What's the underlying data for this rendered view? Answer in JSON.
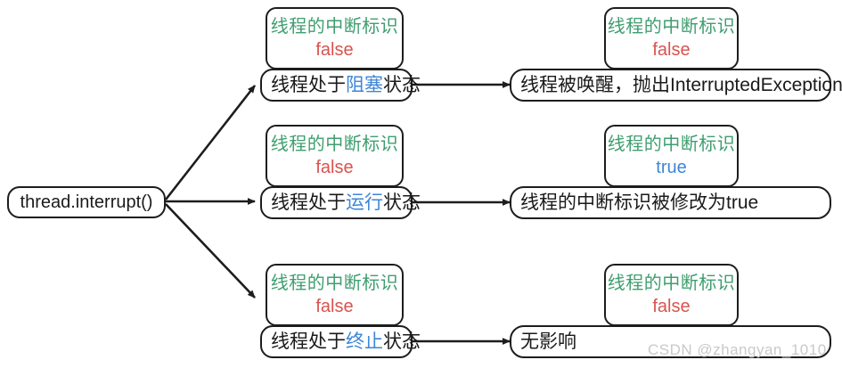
{
  "diagram": {
    "root": {
      "label": "thread.interrupt()"
    },
    "rows": [
      {
        "flag_left": {
          "title": "线程的中断标识",
          "value": "false",
          "value_color": "#d9534f"
        },
        "state": {
          "prefix": "线程处于",
          "keyword": "阻塞",
          "suffix": "状态"
        },
        "flag_right": {
          "title": "线程的中断标识",
          "value": "false",
          "value_color": "#d9534f"
        },
        "result": {
          "label": "线程被唤醒，抛出InterruptedException"
        }
      },
      {
        "flag_left": {
          "title": "线程的中断标识",
          "value": "false",
          "value_color": "#d9534f"
        },
        "state": {
          "prefix": "线程处于",
          "keyword": "运行",
          "suffix": "状态"
        },
        "flag_right": {
          "title": "线程的中断标识",
          "value": "true",
          "value_color": "#3e86d6"
        },
        "result": {
          "label": "线程的中断标识被修改为true"
        }
      },
      {
        "flag_left": {
          "title": "线程的中断标识",
          "value": "false",
          "value_color": "#d9534f"
        },
        "state": {
          "prefix": "线程处于",
          "keyword": "终止",
          "suffix": "状态"
        },
        "flag_right": {
          "title": "线程的中断标识",
          "value": "false",
          "value_color": "#d9534f"
        },
        "result": {
          "label": "无影响"
        }
      }
    ],
    "watermark": "CSDN @zhangyan_1010",
    "colors": {
      "flag_title": "#3f9e70",
      "false": "#d9534f",
      "true": "#3e86d6",
      "keyword": "#3e86d6",
      "stroke": "#1d1d1d"
    }
  }
}
